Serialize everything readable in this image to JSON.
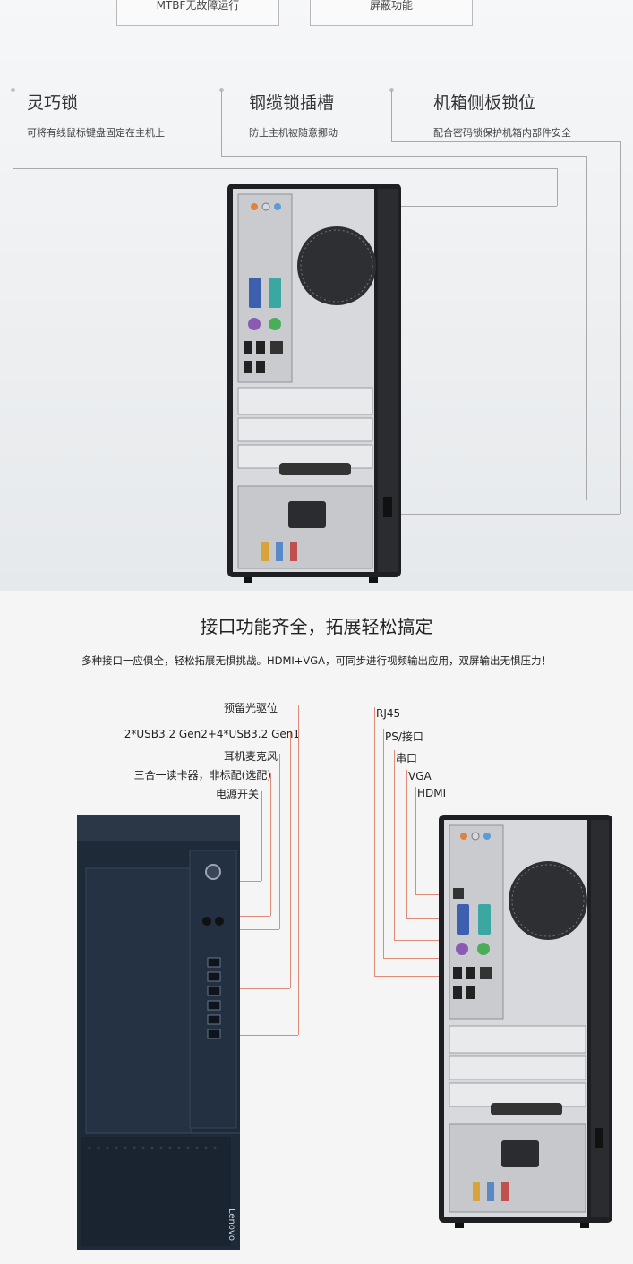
{
  "top_boxes": [
    "MTBF无故障运行",
    "屏蔽功能"
  ],
  "features": [
    {
      "title": "灵巧锁",
      "desc": "可将有线鼠标键盘固定在主机上"
    },
    {
      "title": "钢缆锁插槽",
      "desc": "防止主机被随意挪动"
    },
    {
      "title": "机箱侧板锁位",
      "desc": "配合密码锁保护机箱内部件安全"
    }
  ],
  "ports_section": {
    "title": "接口功能齐全，拓展轻松搞定",
    "subtitle": "多种接口一应俱全，轻松拓展无惧挑战。HDMI+VGA，可同步进行视频输出应用，双屏输出无惧压力！",
    "front_labels": [
      "预留光驱位",
      "2*USB3.2 Gen2+4*USB3.2 Gen1",
      "耳机麦克风",
      "三合一读卡器，非标配(选配)",
      "电源开关"
    ],
    "rear_labels": [
      "RJ45",
      "PS/接口",
      "串口",
      "VGA",
      "HDMI"
    ]
  },
  "brand_vertical": "Lenovo",
  "colors": {
    "accent_line": "#e08a7a",
    "case_dark": "#1f2a38",
    "callout_line": "#a9a9a9"
  }
}
